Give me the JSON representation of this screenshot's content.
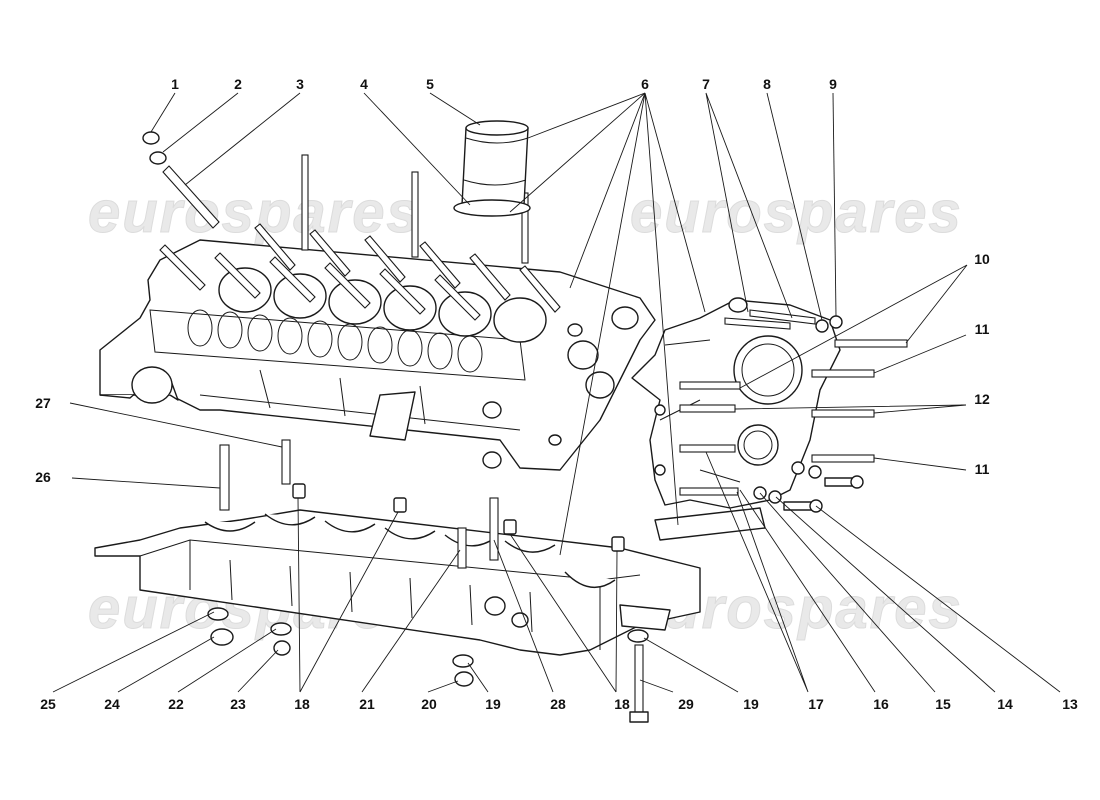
{
  "watermark": {
    "text": "eurospares"
  },
  "colors": {
    "line": "#1a1a1a",
    "background": "#ffffff",
    "watermark": "#e9e9e9"
  },
  "callouts": {
    "c1": "1",
    "c2": "2",
    "c3": "3",
    "c4": "4",
    "c5": "5",
    "c6": "6",
    "c7": "7",
    "c8": "8",
    "c9": "9",
    "c10": "10",
    "c11a": "11",
    "c11b": "11",
    "c12": "12",
    "c13": "13",
    "c14": "14",
    "c15": "15",
    "c16": "16",
    "c17": "17",
    "c18a": "18",
    "c18b": "18",
    "c19a": "19",
    "c19b": "19",
    "c20": "20",
    "c21": "21",
    "c22": "22",
    "c23": "23",
    "c24": "24",
    "c25": "25",
    "c26": "26",
    "c27": "27",
    "c28": "28",
    "c29": "29"
  }
}
